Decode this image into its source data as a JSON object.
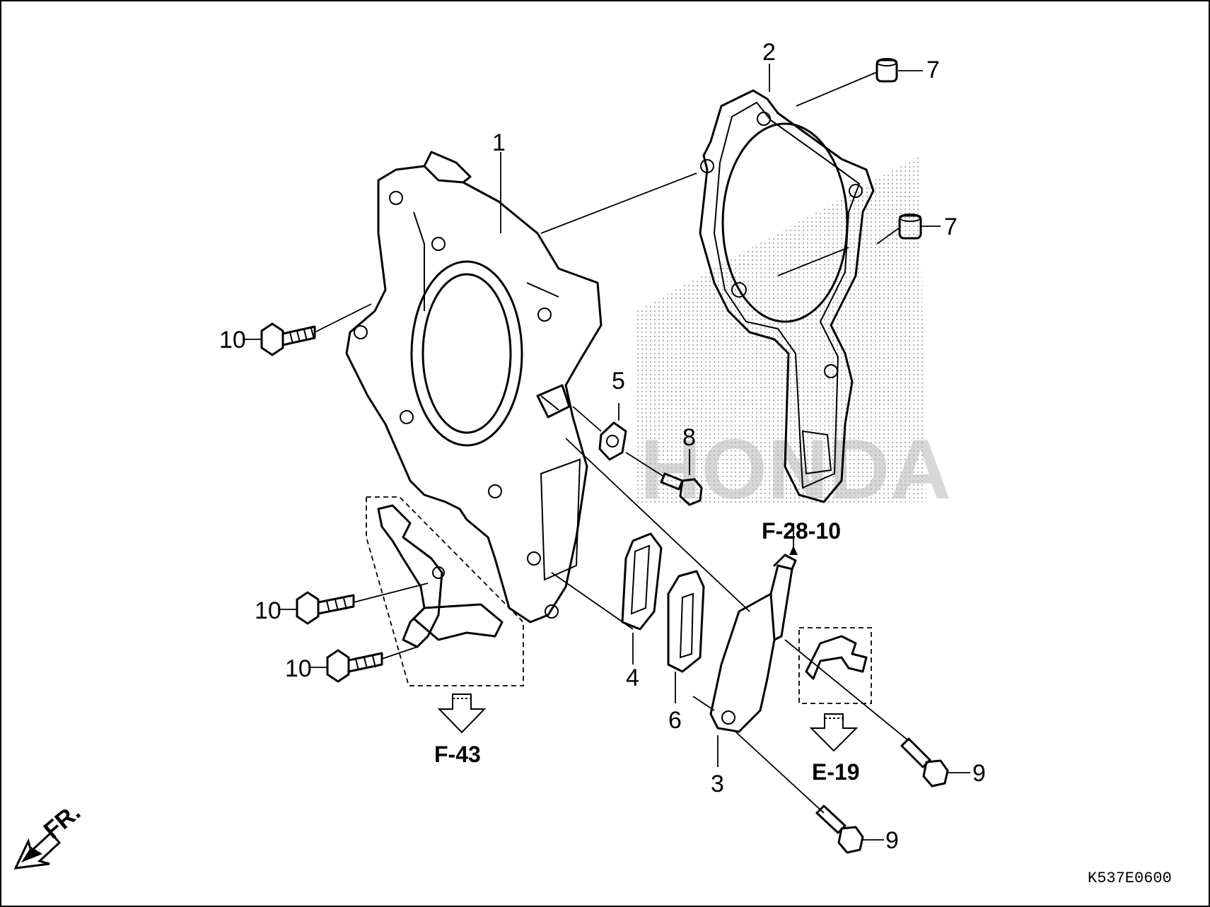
{
  "diagram": {
    "part_numbers": [
      {
        "id": "1",
        "label": "1"
      },
      {
        "id": "2",
        "label": "2"
      },
      {
        "id": "3",
        "label": "3"
      },
      {
        "id": "4",
        "label": "4"
      },
      {
        "id": "5",
        "label": "5"
      },
      {
        "id": "6",
        "label": "6"
      },
      {
        "id": "7a",
        "label": "7"
      },
      {
        "id": "7b",
        "label": "7"
      },
      {
        "id": "8",
        "label": "8"
      },
      {
        "id": "9a",
        "label": "9"
      },
      {
        "id": "9b",
        "label": "9"
      },
      {
        "id": "10a",
        "label": "10"
      },
      {
        "id": "10b",
        "label": "10"
      },
      {
        "id": "10c",
        "label": "10"
      }
    ],
    "references": {
      "f28": "F-28-10",
      "f43": "F-43",
      "e19": "E-19"
    },
    "direction_label": "FR.",
    "diagram_code": "K537E0600",
    "watermark_text": "HONDA"
  }
}
